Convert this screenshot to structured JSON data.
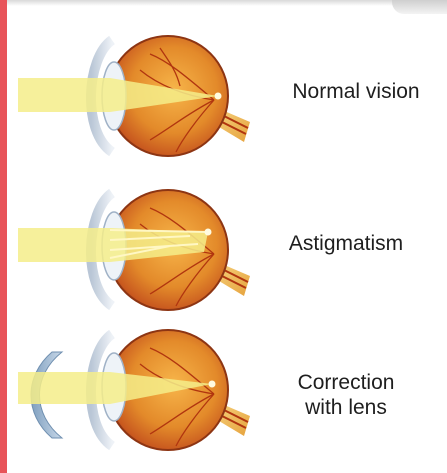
{
  "labels": {
    "normal_vision": "Normal vision",
    "astigmatism": "Astigmatism",
    "correction_line1": "Correction",
    "correction_line2": "with lens"
  },
  "colors": {
    "accent_bar": "#e8545a",
    "light_beam": "#f5ed8a",
    "eyeball": "#e38a2a",
    "sclera_edge": "#a8451b",
    "cornea": "#cfd8e4",
    "corrective_lens": "#8fb0cf",
    "optic_nerve": "#f2c15c",
    "vessels": "#b1350f"
  },
  "icons": [
    "eye-normal-icon",
    "eye-astigmatism-icon",
    "eye-corrected-icon",
    "corrective-lens-icon"
  ]
}
